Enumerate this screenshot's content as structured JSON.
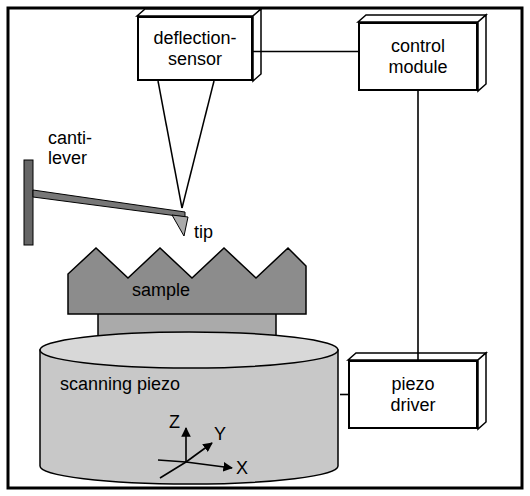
{
  "diagram": {
    "nodes": [
      {
        "text": [
          "deflection- sensor"
        ]
      },
      {
        "text": [
          "control module"
        ]
      },
      {
        "text": [
          "sample"
        ]
      },
      {
        "text": [
          "scanning piezo"
        ]
      },
      {
        "text": [
          "piezo driver"
        ]
      }
    ],
    "edges": [
      {
        "from": 0,
        "to": 1,
        "arrow": "none"
      },
      {
        "from": 1,
        "to": 4,
        "arrow": "none"
      },
      {
        "from": 4,
        "to": 3,
        "arrow": "none"
      }
    ],
    "labels": [
      "canti- lever",
      "tip",
      "Z",
      "Y",
      "X"
    ]
  }
}
